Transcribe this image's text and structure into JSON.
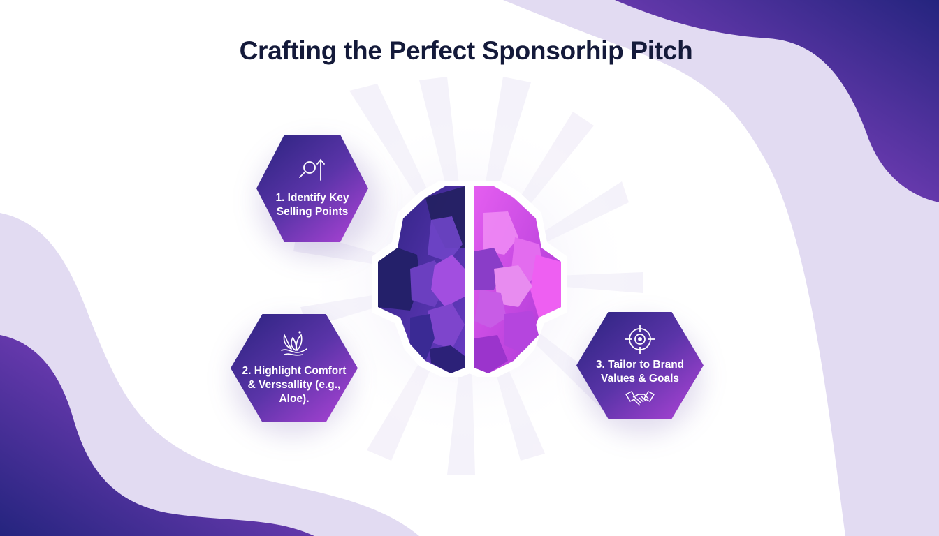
{
  "title": "Crafting the Perfect Sponsorhip Pitch",
  "colors": {
    "title": "#141a3a",
    "gradient_dark": "#2a237e",
    "gradient_mid": "#5a34a8",
    "gradient_light": "#b144d8",
    "wave_light": "#ddd6f0",
    "brain_left": "#4a2da0",
    "brain_right": "#d250e6"
  },
  "center": {
    "icon": "brain-icon"
  },
  "steps": [
    {
      "label": "1. Identify Key Selling Points",
      "line1": "1. Identify Key",
      "line2": "Selling Points",
      "icon": "search-growth-icon"
    },
    {
      "label": "2. Highlight Comfort & Verssallity (e.g., Aloe).",
      "line1": "2. Highlight Comfort",
      "line2": "& Verssallity (e.g.,",
      "line3": "Aloe).",
      "icon": "aloe-plant-icon"
    },
    {
      "label": "3. Tailor to Brand Values & Goals",
      "line1": "3. Tailor to Brand",
      "line2": "Values & Goals",
      "icon": "target-icon",
      "icon2": "handshake-icon"
    }
  ]
}
